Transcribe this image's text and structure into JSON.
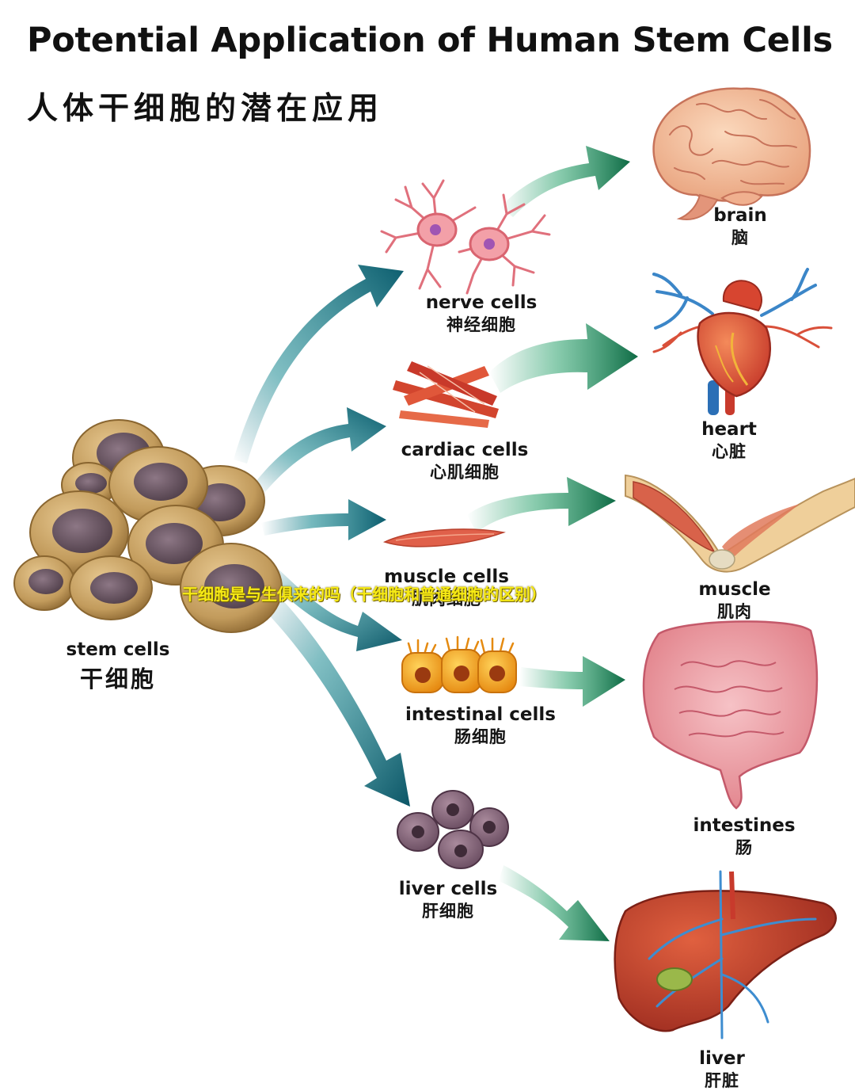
{
  "header": {
    "title": "Potential Application of Human Stem Cells",
    "subtitle": "人体干细胞的潜在应用"
  },
  "source": {
    "en": "stem cells",
    "zh": "干细胞"
  },
  "cells": [
    {
      "en": "nerve cells",
      "zh": "神经细胞"
    },
    {
      "en": "cardiac cells",
      "zh": "心肌细胞"
    },
    {
      "en": "muscle cells",
      "zh": "肌肉细胞"
    },
    {
      "en": "intestinal cells",
      "zh": "肠细胞"
    },
    {
      "en": "liver cells",
      "zh": "肝细胞"
    }
  ],
  "organs": [
    {
      "en": "brain",
      "zh": "脑"
    },
    {
      "en": "heart",
      "zh": "心脏"
    },
    {
      "en": "muscle",
      "zh": "肌肉"
    },
    {
      "en": "intestines",
      "zh": "肠"
    },
    {
      "en": "liver",
      "zh": "肝脏"
    }
  ],
  "overlay_caption": "干细胞是与生俱来的吗（干细胞和普通细胞的区别）",
  "colors": {
    "arrow_teal": "#0f6f80",
    "arrow_green": "#137a4e",
    "stem_cell_body": "#c9a56a",
    "stem_cell_nucleus": "#6e5a66",
    "overlay_text": "#f7ea15"
  }
}
